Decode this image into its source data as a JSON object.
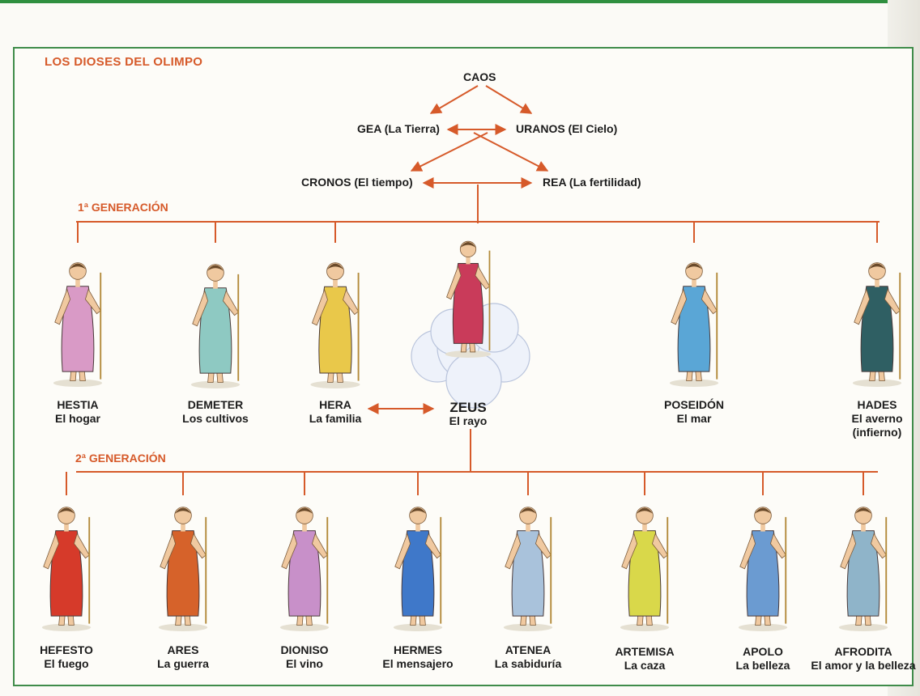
{
  "title": "LOS DIOSES DEL OLIMPO",
  "genealogy": {
    "caos": "CAOS",
    "gea": "GEA (La Tierra)",
    "uranos": "URANOS (El Cielo)",
    "cronos": "CRONOS  (El tiempo)",
    "rea": "REA (La fertilidad)"
  },
  "generations": {
    "first_label": "1ª GENERACIÓN",
    "second_label": "2ª GENERACIÓN"
  },
  "first_generation": [
    {
      "name": "HESTIA",
      "role": "El hogar",
      "robe": "#d99ac6"
    },
    {
      "name": "DEMETER",
      "role": "Los cultivos",
      "robe": "#8ec9c2"
    },
    {
      "name": "HERA",
      "role": "La familia",
      "robe": "#e9c84a"
    },
    {
      "name": "ZEUS",
      "role": "El rayo",
      "robe": "#c93b5a"
    },
    {
      "name": "POSEIDÓN",
      "role": "El mar",
      "robe": "#5aa6d6"
    },
    {
      "name": "HADES",
      "role": "El averno",
      "role2": "(infierno)",
      "robe": "#2f5f63"
    }
  ],
  "second_generation": [
    {
      "name": "HEFESTO",
      "role": "El fuego",
      "robe": "#d63a2a"
    },
    {
      "name": "ARES",
      "role": "La guerra",
      "robe": "#d6622a"
    },
    {
      "name": "DIONISO",
      "role": "El vino",
      "robe": "#c890c9"
    },
    {
      "name": "HERMES",
      "role": "El mensajero",
      "robe": "#3f78c9"
    },
    {
      "name": "ATENEA",
      "role": "La sabiduría",
      "robe": "#a9c2db"
    },
    {
      "name": "ARTEMISA",
      "role": "La caza",
      "robe": "#d9d84a"
    },
    {
      "name": "APOLO",
      "role": "La belleza",
      "robe": "#6b9bd1"
    },
    {
      "name": "AFRODITA",
      "role": "El amor y la belleza",
      "robe": "#8fb4c9"
    }
  ]
}
